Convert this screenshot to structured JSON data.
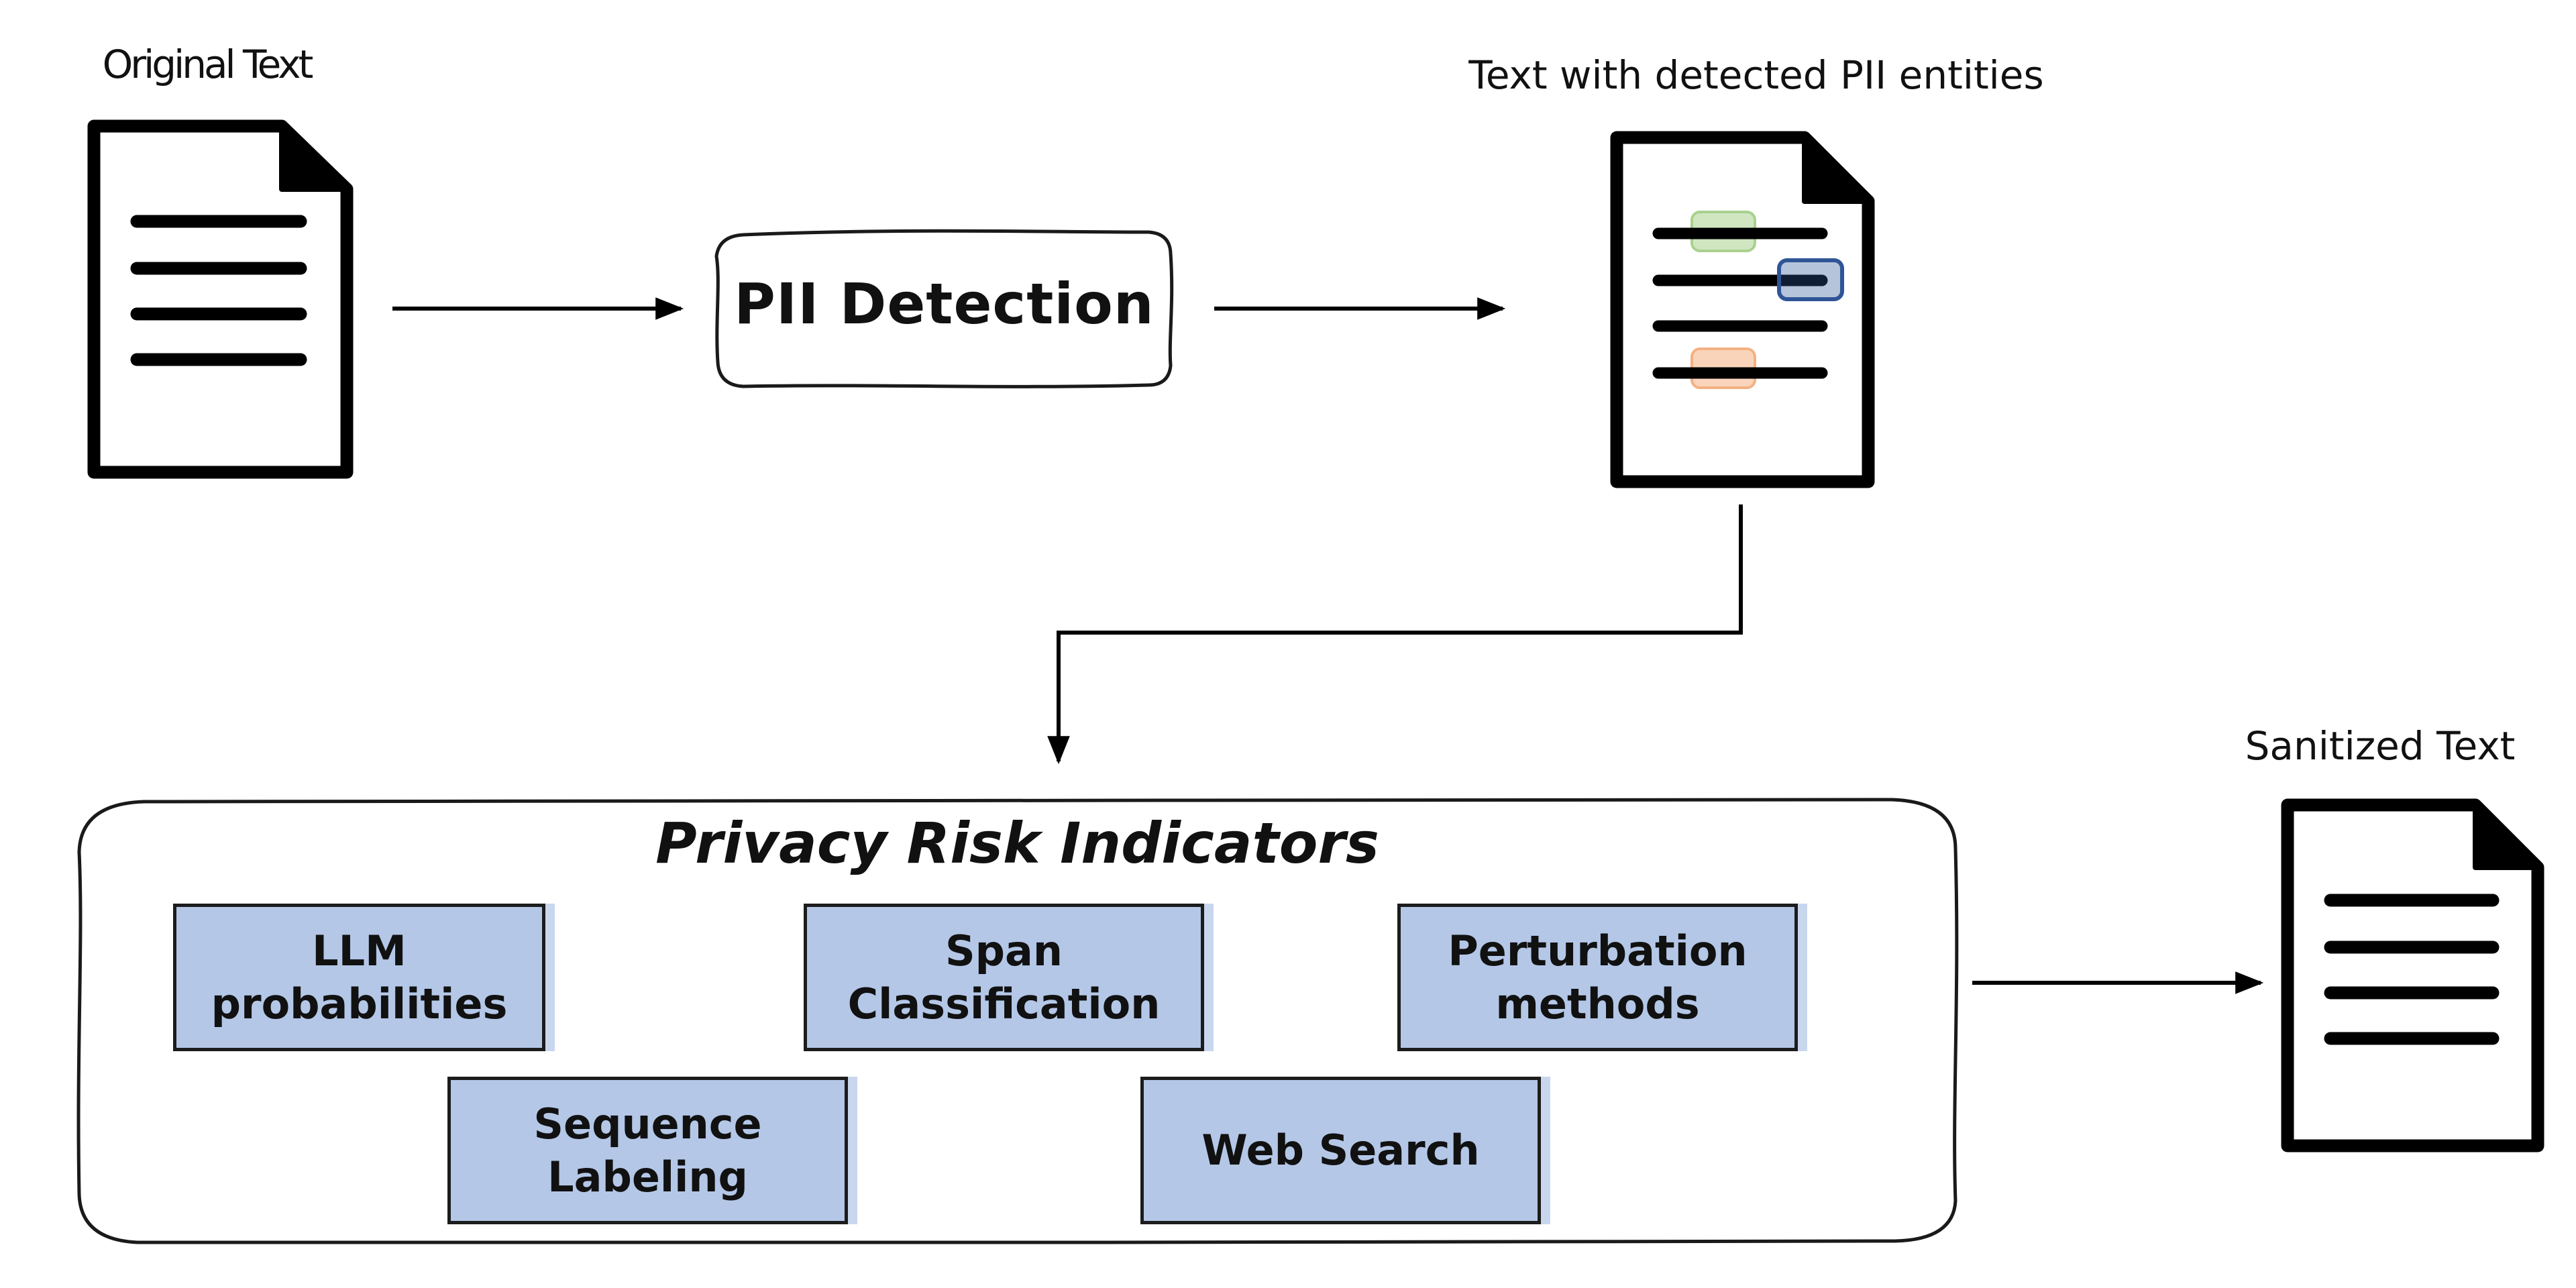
{
  "documents": {
    "original": {
      "label": "Original Text"
    },
    "detected": {
      "label": "Text with detected PII entities"
    },
    "sanitized": {
      "label": "Sanitized Text"
    }
  },
  "process": {
    "label": "PII Detection"
  },
  "indicators": {
    "title": "Privacy Risk Indicators",
    "methods": [
      {
        "label": "LLM\nprobabilities"
      },
      {
        "label": "Span\nClassification"
      },
      {
        "label": "Perturbation\nmethods"
      },
      {
        "label": "Sequence\nLabeling"
      },
      {
        "label": "Web Search"
      }
    ]
  },
  "colors": {
    "method_fill": "#b4c7e7",
    "highlight_green": "#a9d18e",
    "highlight_blue": "#2f5597",
    "highlight_orange": "#f4b183",
    "stroke": "#000000"
  }
}
